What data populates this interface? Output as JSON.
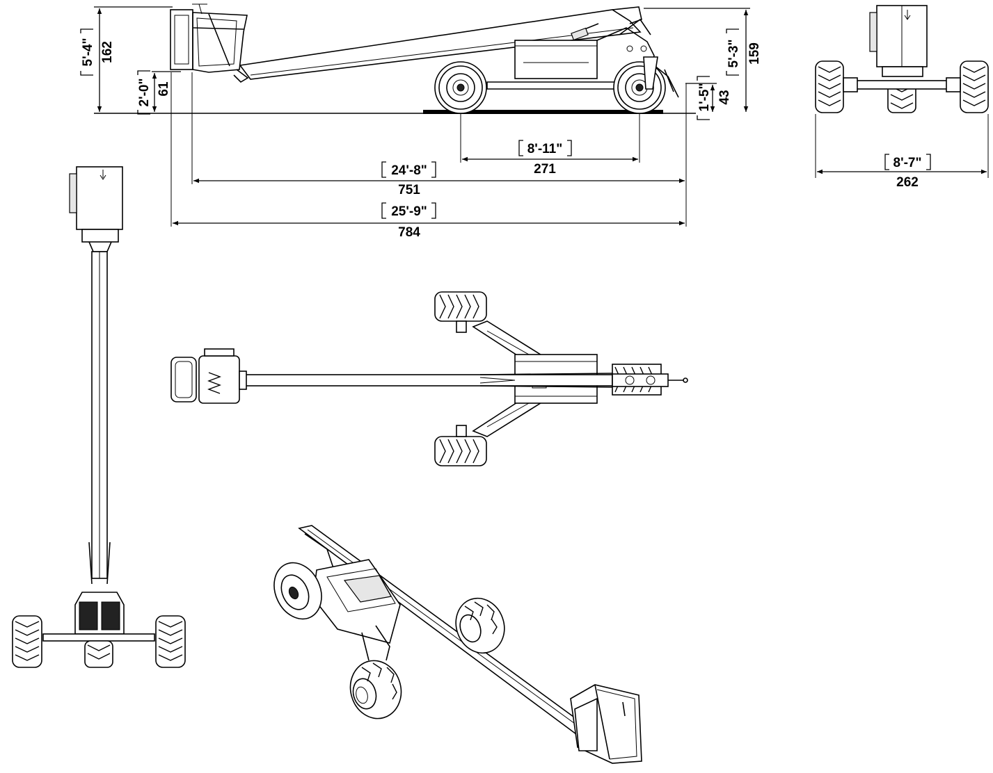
{
  "dimensions": {
    "platform_height": {
      "imperial": "5'-4\"",
      "metric": "162"
    },
    "platform_clearance": {
      "imperial": "2'-0\"",
      "metric": "61"
    },
    "chassis_height": {
      "imperial": "5'-3\"",
      "metric": "159"
    },
    "hitch_height": {
      "imperial": "1'-5\"",
      "metric": "43"
    },
    "wheelbase": {
      "imperial": "8'-11\"",
      "metric": "271"
    },
    "stowed_length": {
      "imperial": "24'-8\"",
      "metric": "751"
    },
    "overall_length": {
      "imperial": "25'-9\"",
      "metric": "784"
    },
    "overall_width": {
      "imperial": "8'-7\"",
      "metric": "262"
    }
  }
}
